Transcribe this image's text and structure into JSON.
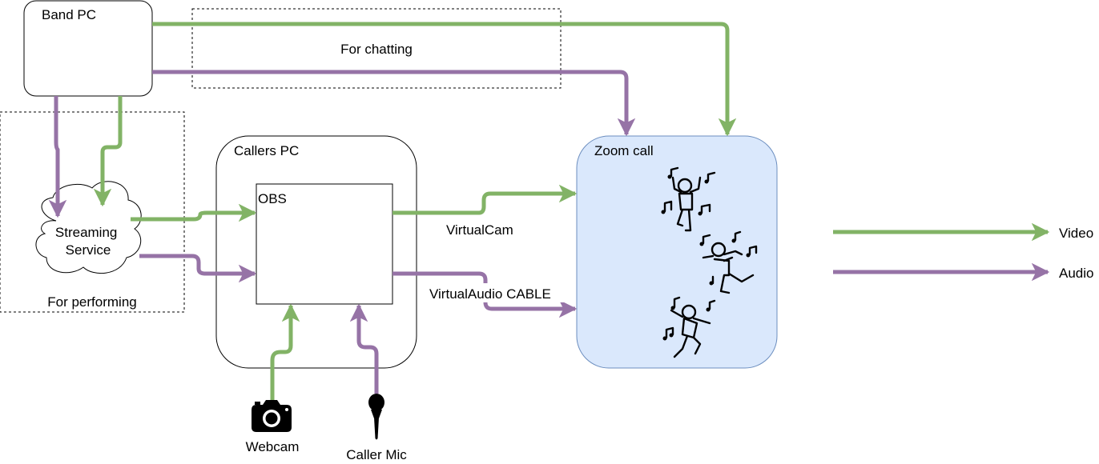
{
  "colors": {
    "video": "#82b366",
    "audio": "#9673a6",
    "zoom_fill": "#dae8fc",
    "zoom_stroke": "#6c8ebf"
  },
  "nodes": {
    "band_pc": "Band PC",
    "callers_pc": "Callers PC",
    "obs": "OBS",
    "streaming_service": "Streaming\nService",
    "zoom_call": "Zoom call",
    "webcam": "Webcam",
    "caller_mic": "Caller Mic"
  },
  "groups": {
    "chatting": "For chatting",
    "performing": "For performing"
  },
  "edge_labels": {
    "virtualcam": "VirtualCam",
    "virtualaudio": "VirtualAudio CABLE"
  },
  "legend": [
    {
      "label": "Video",
      "color": "#82b366"
    },
    {
      "label": "Audio",
      "color": "#9673a6"
    }
  ],
  "icons": {
    "webcam": "camera-icon",
    "caller_mic": "microphone-icon",
    "zoom_call": "dancing-people-icon"
  }
}
